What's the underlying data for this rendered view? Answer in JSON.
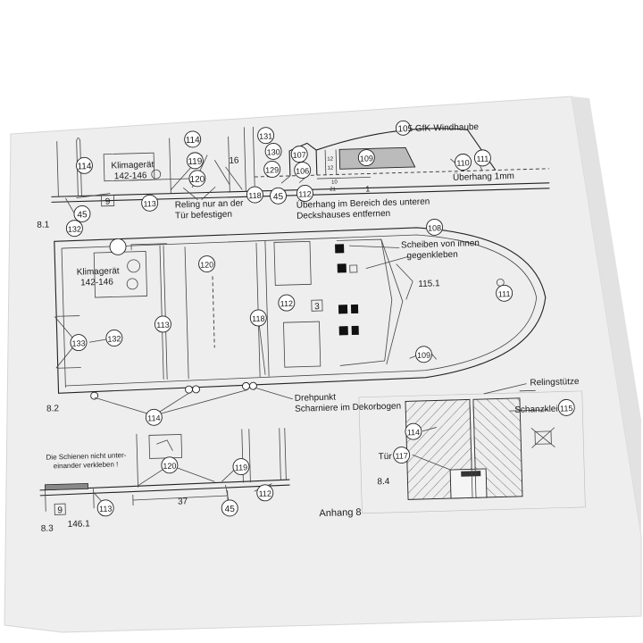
{
  "colors": {
    "paper": "#eeeeee",
    "ink": "#1a1a1a",
    "background": "#ffffff"
  },
  "footer": {
    "label": "Anhang 8"
  },
  "views": {
    "v81": {
      "label": "8.1"
    },
    "v82": {
      "label": "8.2"
    },
    "v83": {
      "label": "8.3"
    },
    "v84": {
      "label": "8.4"
    }
  },
  "notes": {
    "gfk_windhaube": "105 GfK-Windhaube",
    "klimageraet_top": "Klimagerät",
    "klimageraet_top_range": "142-146",
    "klimageraet_mid": "Klimagerät",
    "klimageraet_mid_range": "142-146",
    "reling_line1": "Reling nur an der",
    "reling_line2": "Tür befestigen",
    "ueberhang_1mm": "Überhang 1mm",
    "ueberhang_line1": "Überhang im Bereich des unteren",
    "ueberhang_line2": "Deckshauses entfernen",
    "scheiben_line1": "Scheiben von innen",
    "scheiben_line2": "gegenkleben",
    "drehpunkt_line1": "Drehpunkt",
    "drehpunkt_line2": "Scharniere im Dekorbogen",
    "schienen_line1": "Die Schienen nicht unter-",
    "schienen_line2": "einander verkleben !",
    "relingstuetze": "Relingstütze",
    "schanzkleid": "Schanzkleid",
    "tuer": "Tür",
    "dim_37": "37",
    "dim_12a": "12",
    "dim_12b": "12",
    "dim_10": "10",
    "dim_21": "21",
    "dim_1": "1",
    "label_146_1": "146.1",
    "label_115_1": "115.1"
  },
  "parts": {
    "p114a": "114",
    "p114b": "114",
    "p114c": "114",
    "p114d": "114",
    "p119a": "119",
    "p119b": "119",
    "p120a": "120",
    "p120b": "120",
    "p120c": "120",
    "p16": "16",
    "p131": "131",
    "p130": "130",
    "p129": "129",
    "p107": "107",
    "p106": "106",
    "p109a": "109",
    "p109b": "109",
    "p111a": "111",
    "p111b": "111",
    "p110": "110",
    "p45a": "45",
    "p45b": "45",
    "p45c": "45",
    "p9a": "9",
    "p9b": "9",
    "p113a": "113",
    "p113b": "113",
    "p113c": "113",
    "p132a": "132",
    "p132b": "132",
    "p118a": "118",
    "p118b": "118",
    "p112a": "112",
    "p112b": "112",
    "p112c": "112",
    "p108": "108",
    "p3": "3",
    "p133": "133",
    "p115": "115",
    "p117": "117"
  }
}
